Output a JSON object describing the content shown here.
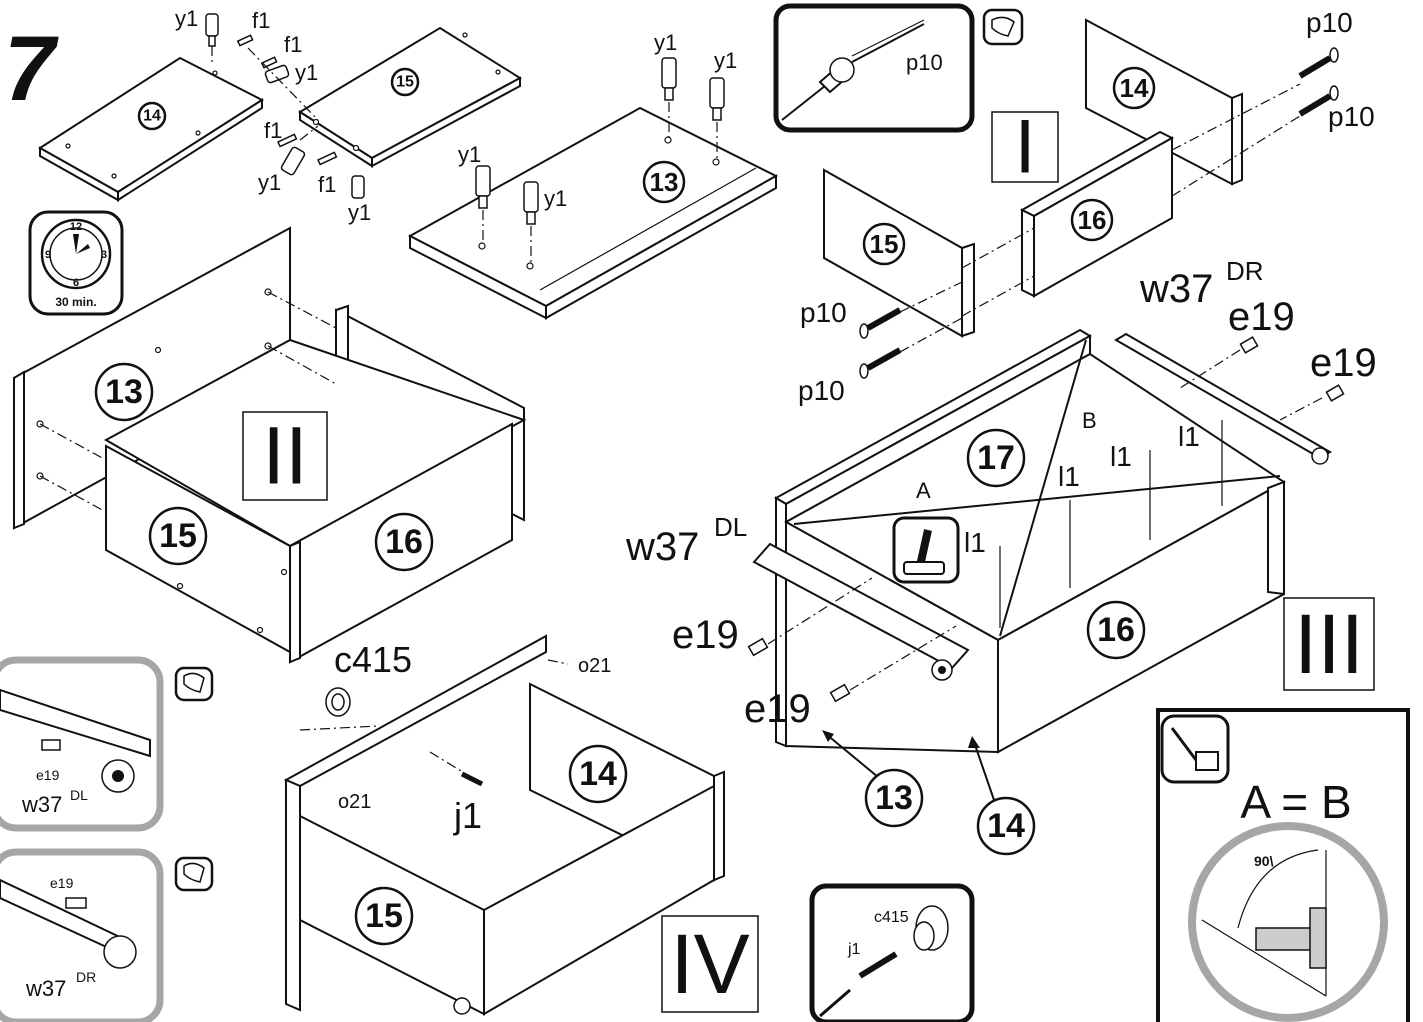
{
  "step_number": "7",
  "timer": {
    "label": "30 min.",
    "dial_numbers": [
      "12",
      "3",
      "6",
      "9"
    ]
  },
  "parts": {
    "p13": "13",
    "p14": "14",
    "p15": "15",
    "p16": "16",
    "p17": "17"
  },
  "hardware": {
    "y1": "y1",
    "f1": "f1",
    "p10": "p10",
    "e19": "e19",
    "l1": "l1",
    "j1": "j1",
    "c415": "c415",
    "o21": "o21",
    "w37": "w37",
    "dl_sup": "DL",
    "dr_sup": "DR"
  },
  "stages": [
    "I",
    "II",
    "III",
    "IV"
  ],
  "diagonals": {
    "a": "A",
    "b": "B",
    "equation": "A = B"
  },
  "angle_label": "90\\",
  "icon_colors": {
    "line": "#111111",
    "grey_frame": "#a6a6a6",
    "screw_fill": "#ffffff"
  }
}
